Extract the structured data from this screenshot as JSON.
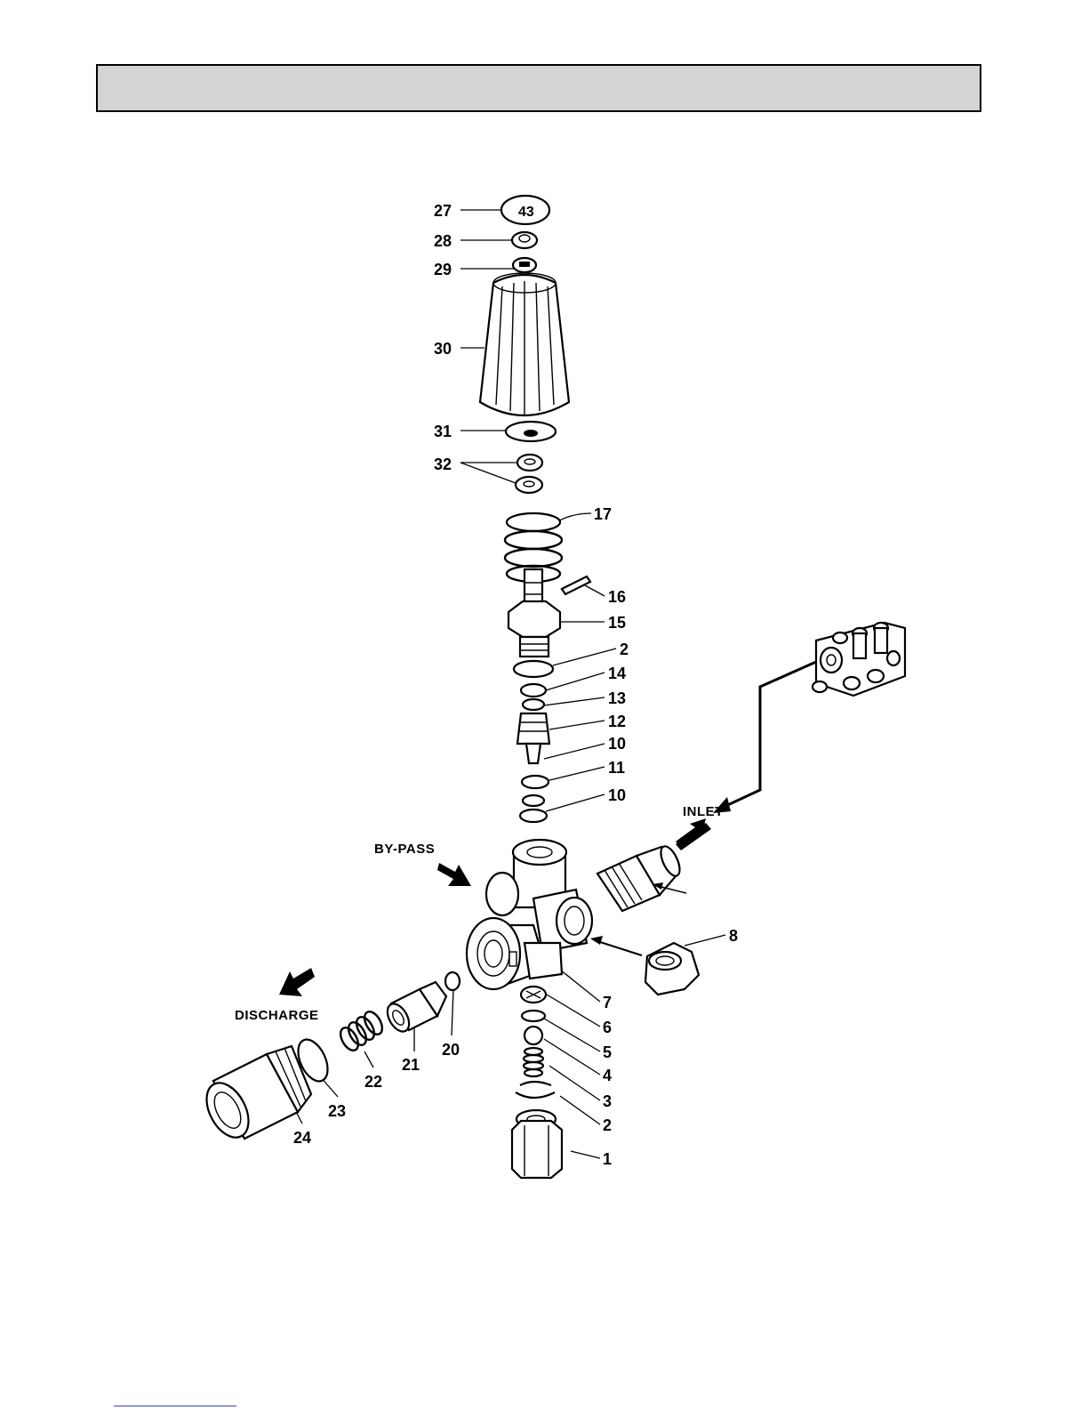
{
  "labels": [
    {
      "id": "27",
      "text": "27"
    },
    {
      "id": "28",
      "text": "28"
    },
    {
      "id": "29",
      "text": "29"
    },
    {
      "id": "30",
      "text": "30"
    },
    {
      "id": "31",
      "text": "31"
    },
    {
      "id": "32",
      "text": "32"
    },
    {
      "id": "17",
      "text": "17"
    },
    {
      "id": "16",
      "text": "16"
    },
    {
      "id": "15",
      "text": "15"
    },
    {
      "id": "2a",
      "text": "2"
    },
    {
      "id": "14",
      "text": "14"
    },
    {
      "id": "13",
      "text": "13"
    },
    {
      "id": "12",
      "text": "12"
    },
    {
      "id": "10a",
      "text": "10"
    },
    {
      "id": "11",
      "text": "11"
    },
    {
      "id": "10b",
      "text": "10"
    },
    {
      "id": "8",
      "text": "8"
    },
    {
      "id": "7",
      "text": "7"
    },
    {
      "id": "6",
      "text": "6"
    },
    {
      "id": "5",
      "text": "5"
    },
    {
      "id": "4",
      "text": "4"
    },
    {
      "id": "3",
      "text": "3"
    },
    {
      "id": "2b",
      "text": "2"
    },
    {
      "id": "1",
      "text": "1"
    },
    {
      "id": "20",
      "text": "20"
    },
    {
      "id": "21",
      "text": "21"
    },
    {
      "id": "22",
      "text": "22"
    },
    {
      "id": "23",
      "text": "23"
    },
    {
      "id": "24",
      "text": "24"
    }
  ],
  "captions": {
    "inlet": "INLET",
    "bypass": "BY-PASS",
    "discharge": "DISCHARGE"
  }
}
